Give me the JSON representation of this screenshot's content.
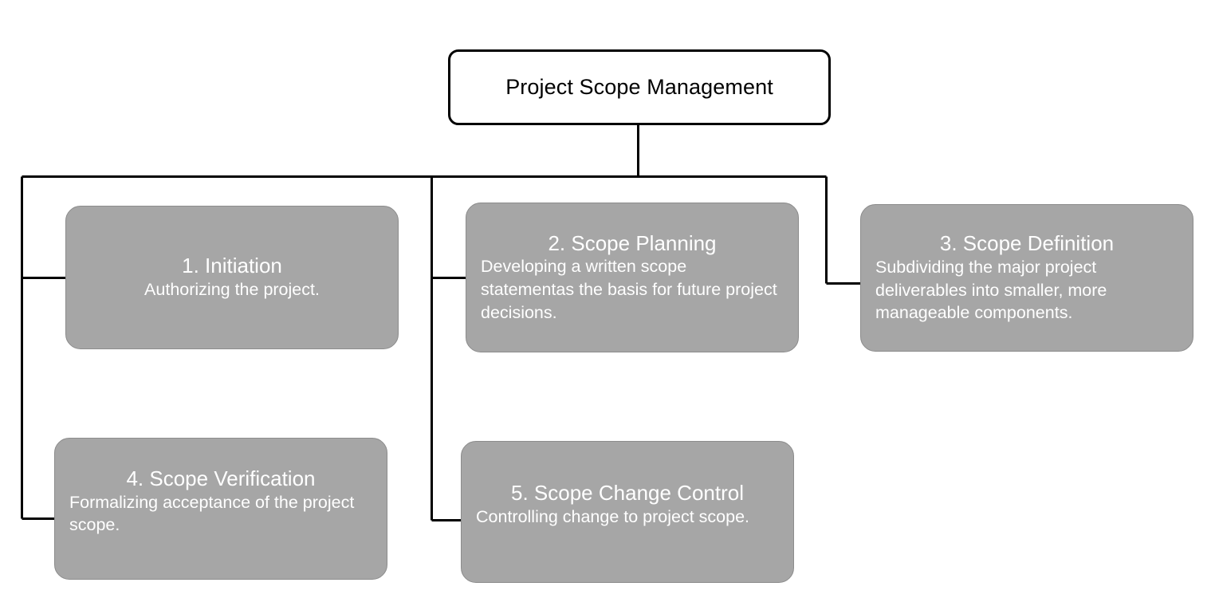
{
  "diagram": {
    "root": {
      "title": "Project Scope Management"
    },
    "nodes": [
      {
        "title": "1. Initiation",
        "description": "Authorizing the project."
      },
      {
        "title": "2. Scope Planning",
        "description": "Developing a written scope statementas the basis for future project decisions."
      },
      {
        "title": "3. Scope Definition",
        "description": "Subdividing the major project deliverables into smaller, more manageable components."
      },
      {
        "title": "4. Scope Verification",
        "description": "Formalizing acceptance of the project scope."
      },
      {
        "title": "5. Scope Change Control",
        "description": "Controlling change to project scope."
      }
    ],
    "colors": {
      "node_fill": "#a6a6a6",
      "node_border": "#8c8c8c",
      "node_text": "#ffffff",
      "root_fill": "#ffffff",
      "root_border": "#000000",
      "root_text": "#000000",
      "connector": "#000000",
      "background": "#ffffff"
    }
  }
}
